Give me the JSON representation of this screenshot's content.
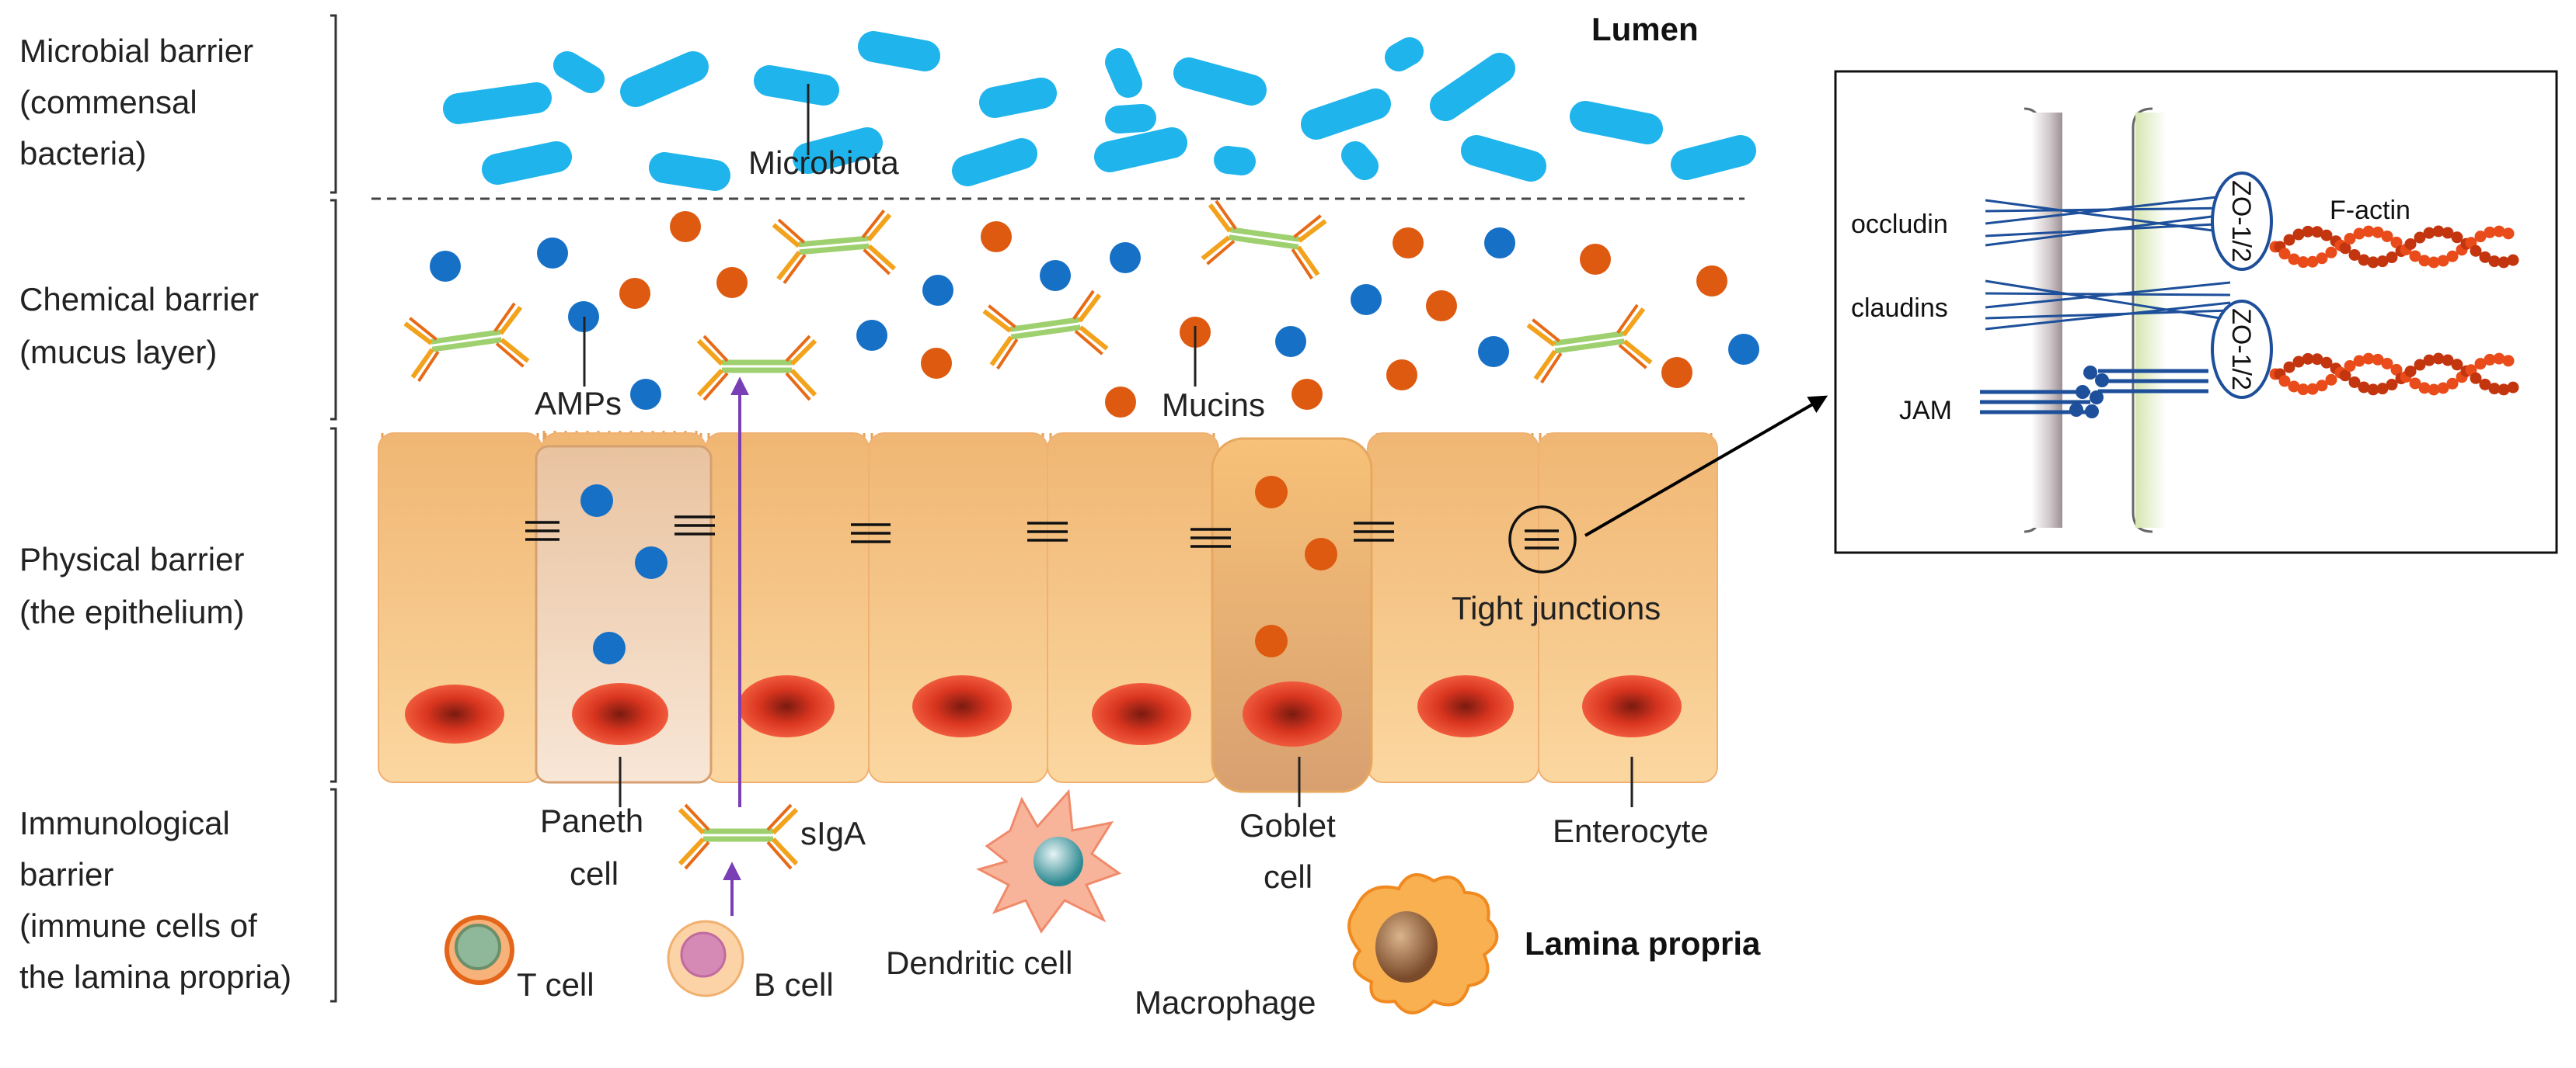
{
  "left_labels": {
    "microbial": [
      "Microbial barrier",
      "(commensal",
      "bacteria)"
    ],
    "chemical": [
      "Chemical barrier",
      "(mucus layer)"
    ],
    "physical": [
      "Physical barrier",
      "(the epithelium)"
    ],
    "immunological": [
      "Immunological",
      "barrier",
      "(immune cells of",
      "the lamina propria)"
    ]
  },
  "region_labels": {
    "lumen": "Lumen",
    "lamina_propria": "Lamina propria"
  },
  "labels": {
    "microbiota": "Microbiota",
    "amps": "AMPs",
    "mucins": "Mucins",
    "tight_junctions": "Tight junctions",
    "paneth": [
      "Paneth",
      "cell"
    ],
    "goblet": [
      "Goblet",
      "cell"
    ],
    "enterocyte": "Enterocyte",
    "siga": "sIgA",
    "t_cell": "T cell",
    "b_cell": "B cell",
    "dendritic": "Dendritic cell",
    "macrophage": "Macrophage"
  },
  "inset": {
    "occludin": "occludin",
    "claudins": "claudins",
    "jam": "JAM",
    "f_actin": "F-actin",
    "zo_top": "ZO-1/2",
    "zo_bottom": "ZO-1/2"
  },
  "colors": {
    "bacteria": "#1fb4ec",
    "amp_blue": "#1570c6",
    "mucin_orange": "#dd5a10",
    "cell_fill": "#f8c98a",
    "paneth_fill": "#f1d3b8",
    "goblet_fill": "#e9b67e",
    "nucleus": "#e8402a",
    "antibody_green": "#9fd06f",
    "antibody_orange": "#f3a21c",
    "arrow_purple": "#7b3fb5",
    "actin": "#e94c1a",
    "protein_blue": "#1d4f9a"
  }
}
